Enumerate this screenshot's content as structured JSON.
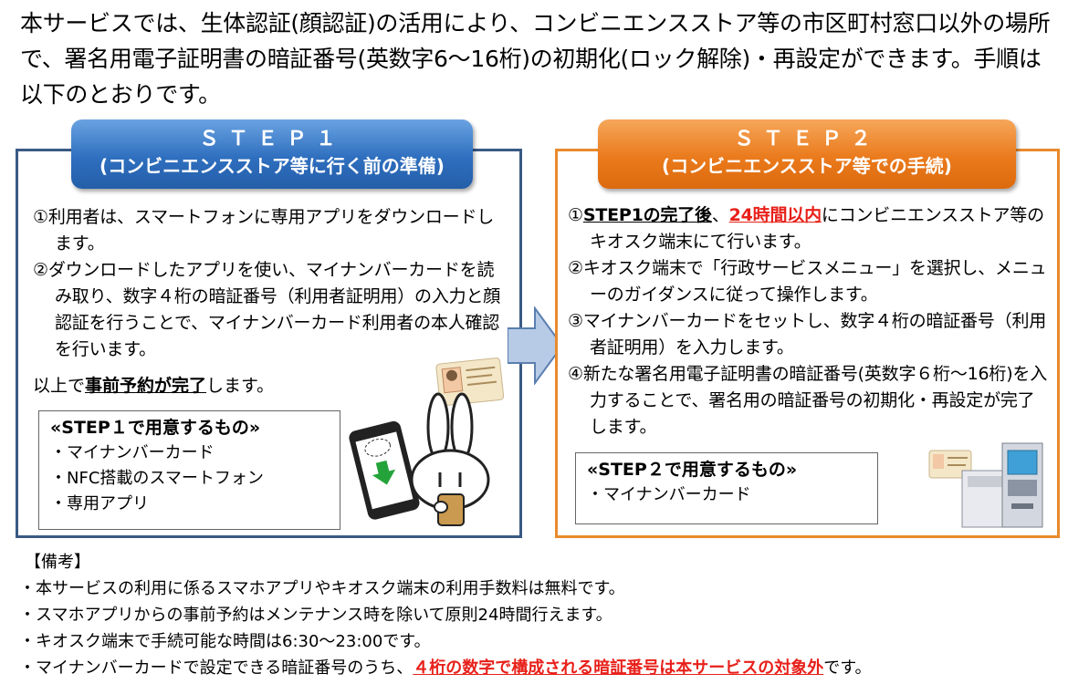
{
  "intro": {
    "text": "本サービスでは、生体認証(顔認証)の活用により、コンビニエンスストア等の市区町村窓口以外の場所で、署名用電子証明書の暗証番号(英数字6～16桁)の初期化(ロック解除)・再設定ができます。手順は以下のとおりです。"
  },
  "step1": {
    "title": "ＳＴＥＰ１",
    "subtitle": "(コンビニエンスストア等に行く前の準備)",
    "items": [
      "①利用者は、スマートフォンに専用アプリをダウンロードします。",
      "②ダウンロードしたアプリを使い、マイナンバーカードを読み取り、数字４桁の暗証番号（利用者証明用）の入力と顔認証を行うことで、マイナンバーカード利用者の本人確認を行います。"
    ],
    "summary_prefix": "以上で",
    "summary_emphasis": "事前予約が完了",
    "summary_suffix": "します。",
    "needs_title": "«STEP１で用意するもの»",
    "needs": [
      "マイナンバーカード",
      "NFC搭載のスマートフォン",
      "専用アプリ"
    ]
  },
  "step2": {
    "title": "ＳＴＥＰ２",
    "subtitle": "(コンビニエンスストア等での手続)",
    "item1_num": "①",
    "item1_strong": "STEP1の完了後",
    "item1_comma": "、",
    "item1_red": "24時間以内",
    "item1_rest": "にコンビニエンスストア等のキオスク端末にて行います。",
    "items": [
      "②キオスク端末で「行政サービスメニュー」を選択し、メニューのガイダンスに従って操作します。",
      "③マイナンバーカードをセットし、数字４桁の暗証番号（利用者証明用）を入力します。",
      "④新たな署名用電子証明書の暗証番号(英数字６桁～16桁)を入力することで、署名用の暗証番号の初期化・再設定が完了します。"
    ],
    "needs_title": "«STEP２で用意するもの»",
    "needs": [
      "マイナンバーカード"
    ]
  },
  "notes": {
    "heading": "【備考】",
    "items": [
      "本サービスの利用に係るスマホアプリやキオスク端末の利用手数料は無料です。",
      "スマホアプリからの事前予約はメンテナンス時を除いて原則24時間行えます。",
      "キオスク端末で手続可能な時間は6:30～23:00です。"
    ],
    "last_prefix": "マイナンバーカードで設定できる暗証番号のうち、",
    "last_red": "４桁の数字で構成される暗証番号は本サービスの対象外",
    "last_suffix": "です。"
  },
  "colors": {
    "step1_accent": "#2f6fbf",
    "step2_accent": "#ea7a1c",
    "emphasis_red": "#e8201a",
    "arrow_fill": "#b7cbe6"
  }
}
